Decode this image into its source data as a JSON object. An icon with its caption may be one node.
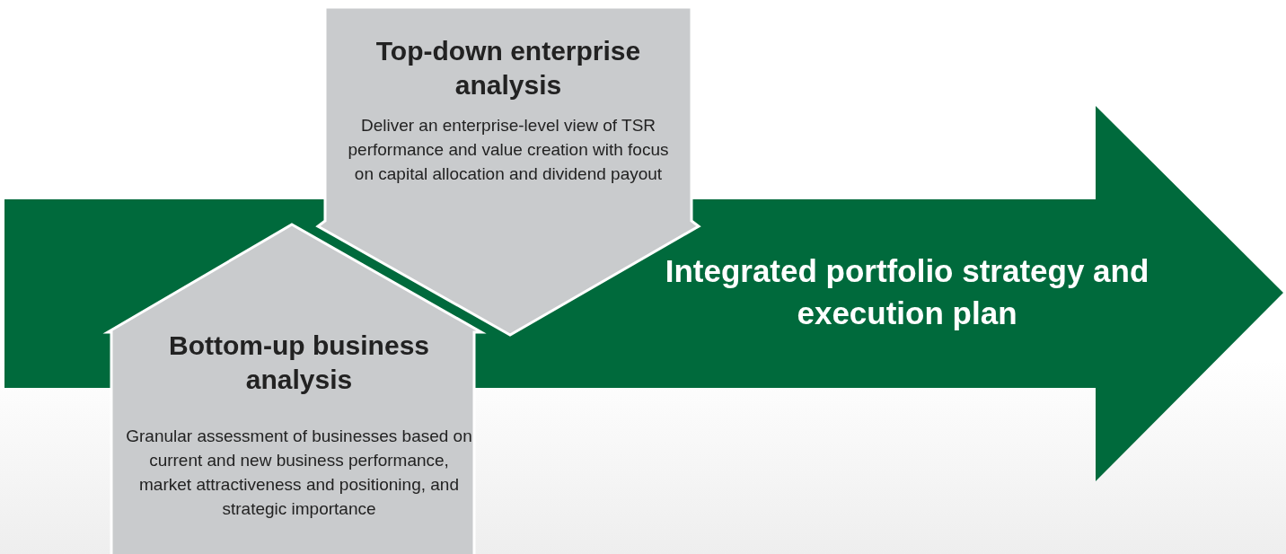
{
  "diagram": {
    "nodes": [
      {
        "text": [
          "Top-down enterprise analysis",
          "Deliver an enterprise-level view of TSR performance and value creation with focus on capital allocation and dividend payout"
        ]
      },
      {
        "text": [
          "Bottom-up business analysis",
          "Granular assessment of businesses based on current and new business performance, market attractiveness and positioning, and strategic importance"
        ]
      },
      {
        "text": [
          "Integrated portfolio strategy and execution plan"
        ]
      }
    ]
  }
}
